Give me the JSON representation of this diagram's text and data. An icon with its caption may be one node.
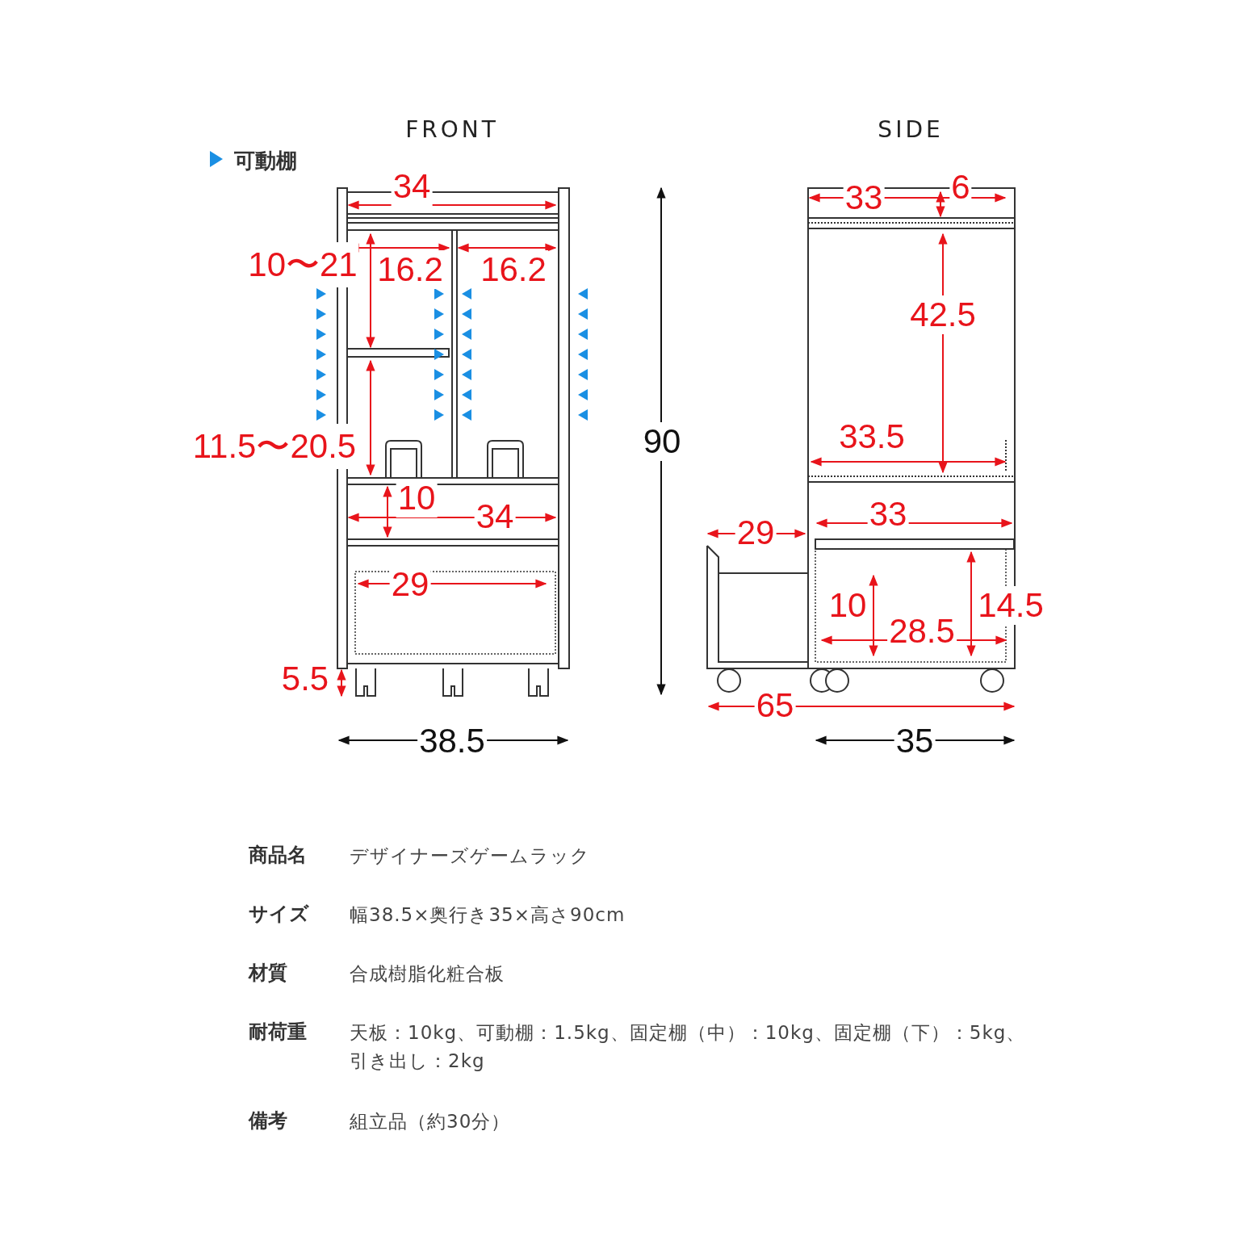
{
  "diagram": {
    "labels": [
      "FRONT",
      "SIDE",
      "34",
      "10〜21",
      "16.2",
      "16.2",
      "11.5〜20.5",
      "10",
      "34",
      "29",
      "5.5",
      "38.5",
      "90",
      "33",
      "6",
      "42.5",
      "33.5",
      "33",
      "29",
      "10",
      "14.5",
      "28.5",
      "65",
      "35",
      "商品名",
      "デザイナーズゲームラック",
      "サイズ",
      "幅38.5×奥行き35×高さ90cm",
      "材質",
      "合成樹脂化粧合板",
      "耐荷重",
      "天板：10kg、可動棚：1.5kg、固定棚（中）：10kg、固定棚（下）：5kg、引き出し：2kg",
      "備考",
      "組立品（約30分）"
    ],
    "legend": [
      {
        "text": "可動棚"
      }
    ]
  }
}
